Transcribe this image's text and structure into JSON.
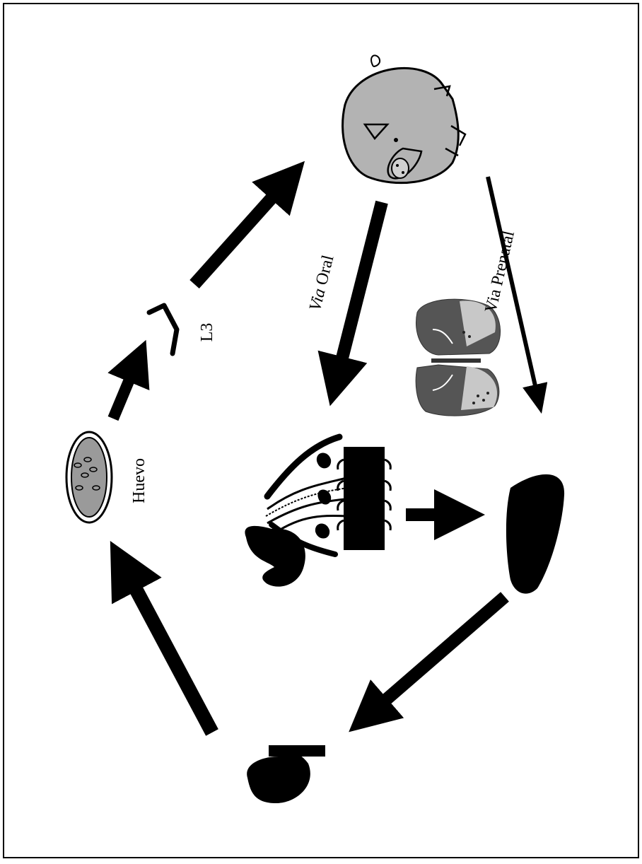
{
  "labels": {
    "egg": "Huevo",
    "larva": "L3",
    "oral_route_prefix": "Via",
    "oral_route_suffix": " Oral",
    "prenatal_route": "Via Prenatal"
  }
}
